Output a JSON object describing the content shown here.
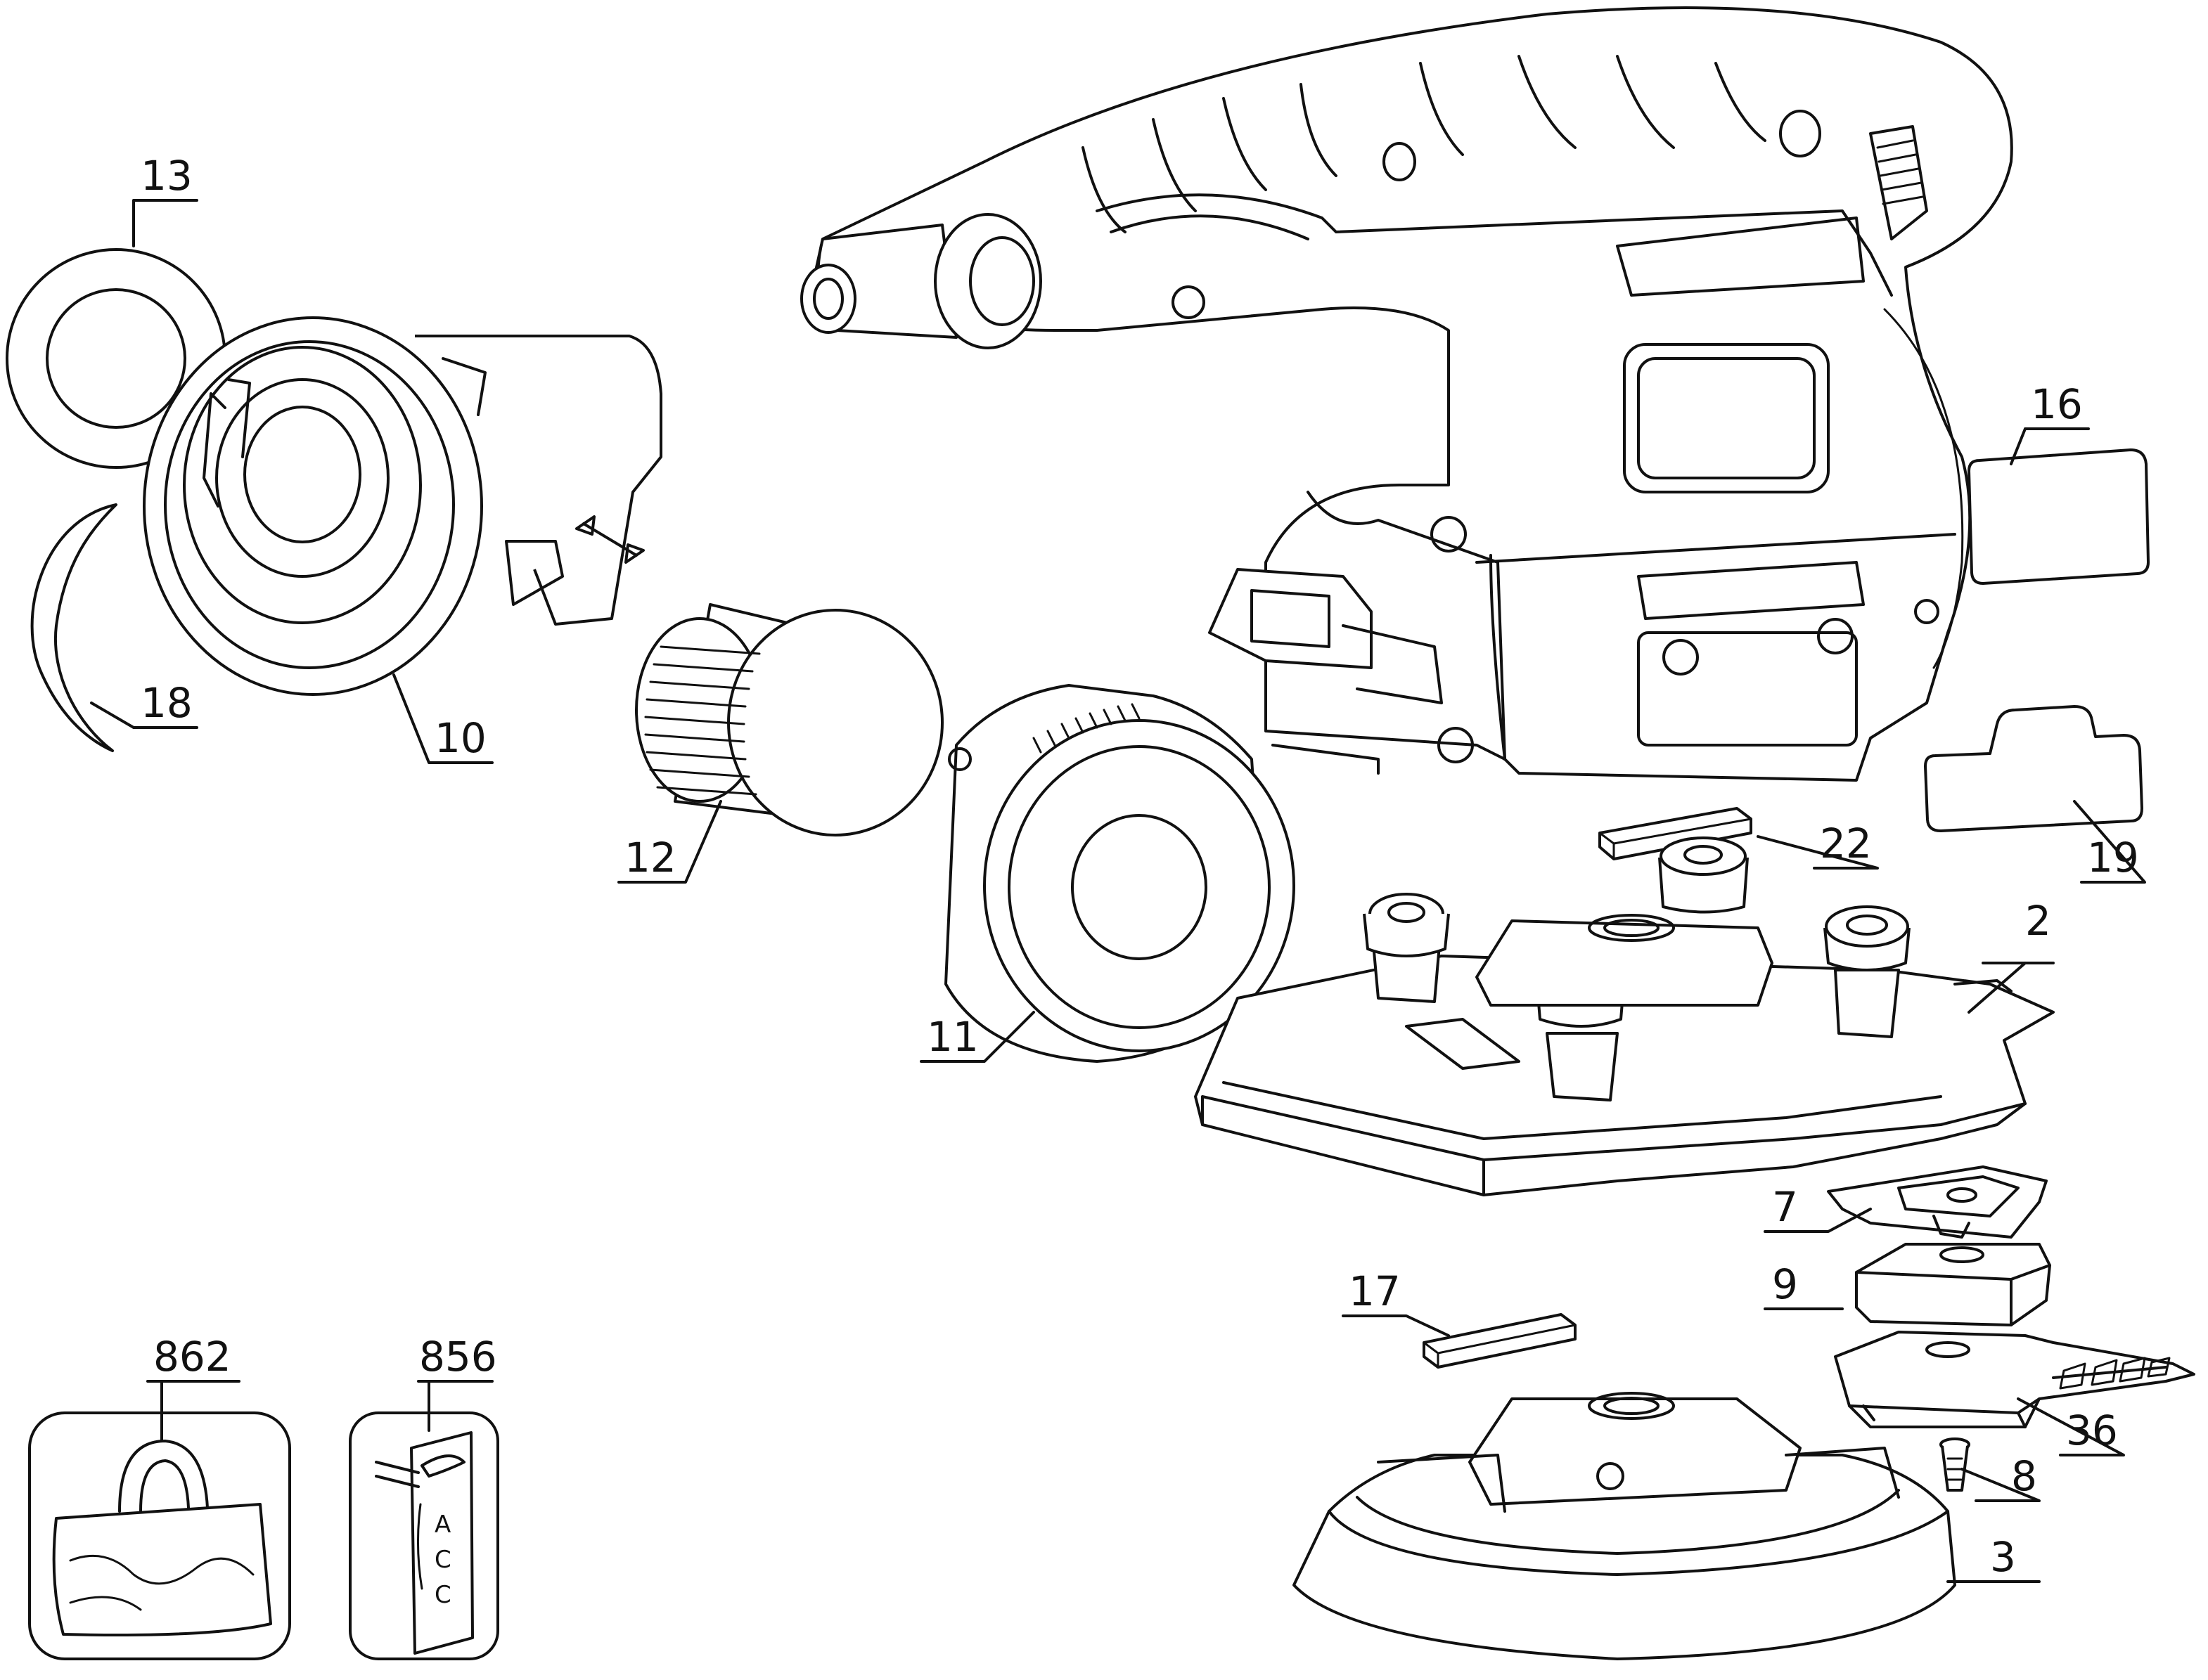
{
  "diagram": {
    "labels": {
      "l13": "13",
      "l18": "18",
      "l10": "10",
      "l12": "12",
      "l11": "11",
      "l16": "16",
      "l22": "22",
      "l19": "19",
      "l2": "2",
      "l7": "7",
      "l9": "9",
      "l17": "17",
      "l36": "36",
      "l8": "8",
      "l3": "3",
      "l862": "862",
      "l856": "856"
    },
    "accessory_card_letters": [
      "A",
      "C",
      "C"
    ]
  }
}
